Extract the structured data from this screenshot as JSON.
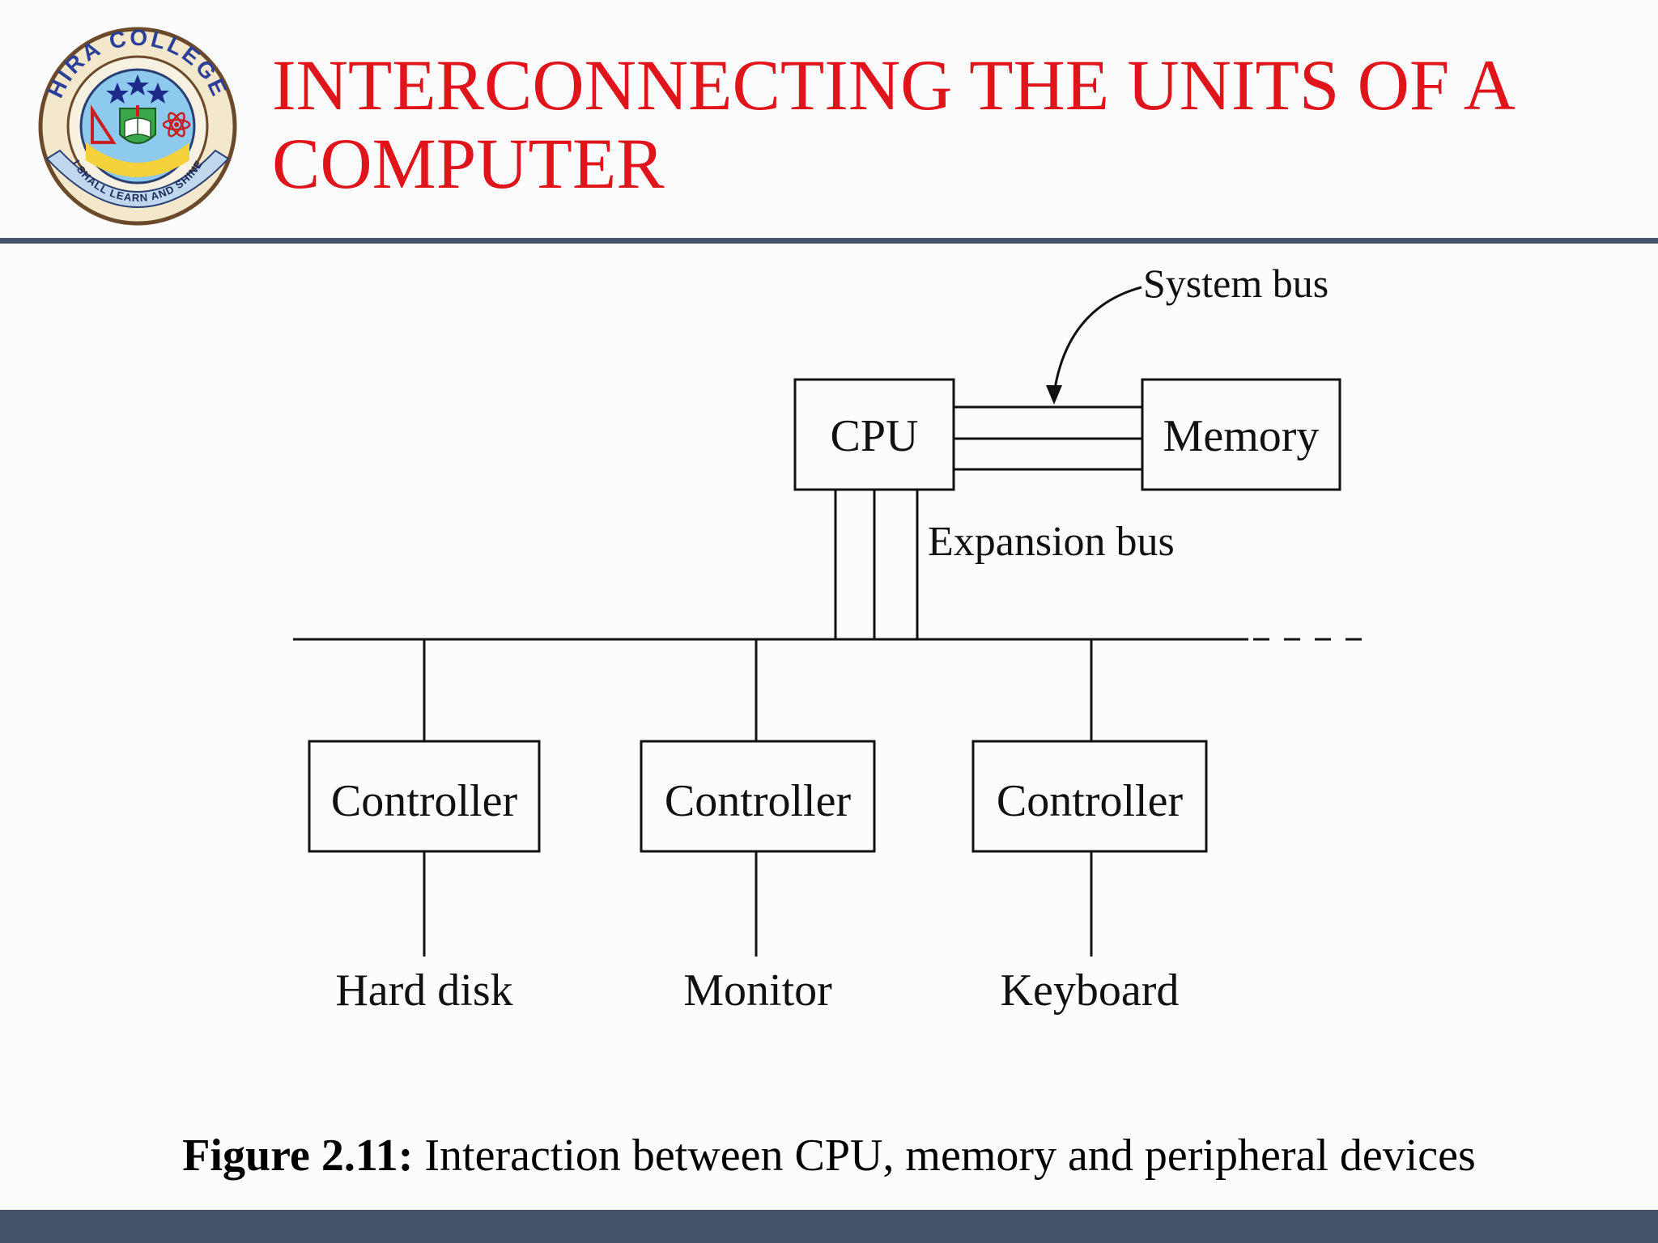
{
  "slide": {
    "title_line1": "INTERCONNECTING THE UNITS OF A",
    "title_line2": "COMPUTER",
    "colors": {
      "title": "#e0141b",
      "rule": "#44546a",
      "footer": "#44546a"
    }
  },
  "logo": {
    "arc_text": "HIRA COLLEGE",
    "motto": "I SHALL LEARN AND SHINE",
    "icon": "college-crest-icon"
  },
  "diagram": {
    "system_bus_label": "System bus",
    "expansion_bus_label": "Expansion bus",
    "cpu_label": "CPU",
    "memory_label": "Memory",
    "controllers": [
      {
        "label": "Controller",
        "device": "Hard disk"
      },
      {
        "label": "Controller",
        "device": "Monitor"
      },
      {
        "label": "Controller",
        "device": "Keyboard"
      }
    ]
  },
  "caption": {
    "figure_number": "Figure 2.11:",
    "text": " Interaction between CPU, memory and peripheral devices"
  }
}
